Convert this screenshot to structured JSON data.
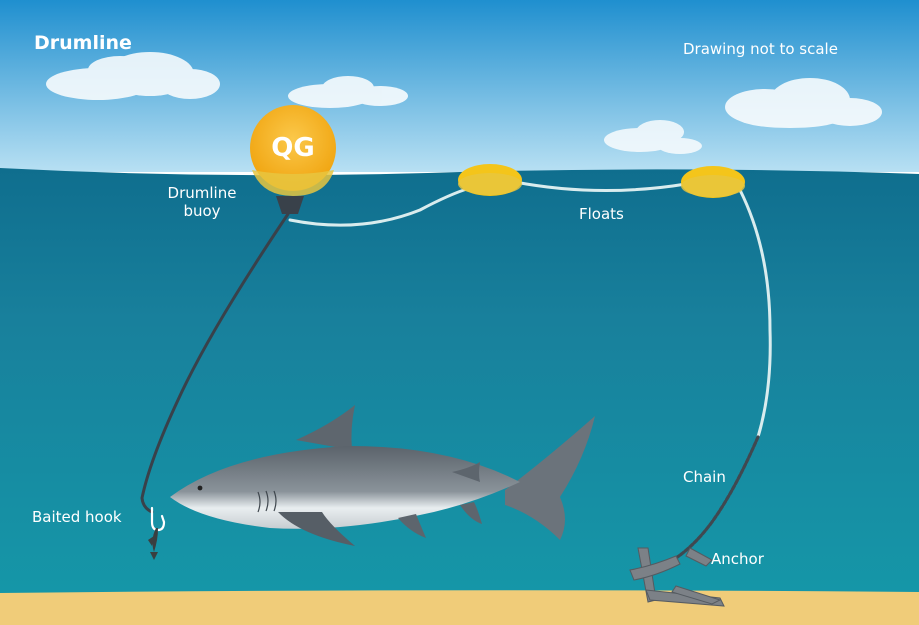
{
  "title": "Drumline",
  "note": "Drawing not to scale",
  "labels": {
    "buoy_text": "QG",
    "buoy": "Drumline buoy",
    "floats": "Floats",
    "chain": "Chain",
    "anchor": "Anchor",
    "baited_hook": "Baited hook"
  },
  "colors": {
    "sky_top": "#1f8fcf",
    "sky_bottom": "#b8e0f3",
    "water_top": "#1b7d9a",
    "water_bottom": "#1494a6",
    "sand": "#f0cc79",
    "buoy": "#f9b51a",
    "float": "#f4c51a",
    "shark": "#6f7780",
    "line": "#d9ecee"
  }
}
